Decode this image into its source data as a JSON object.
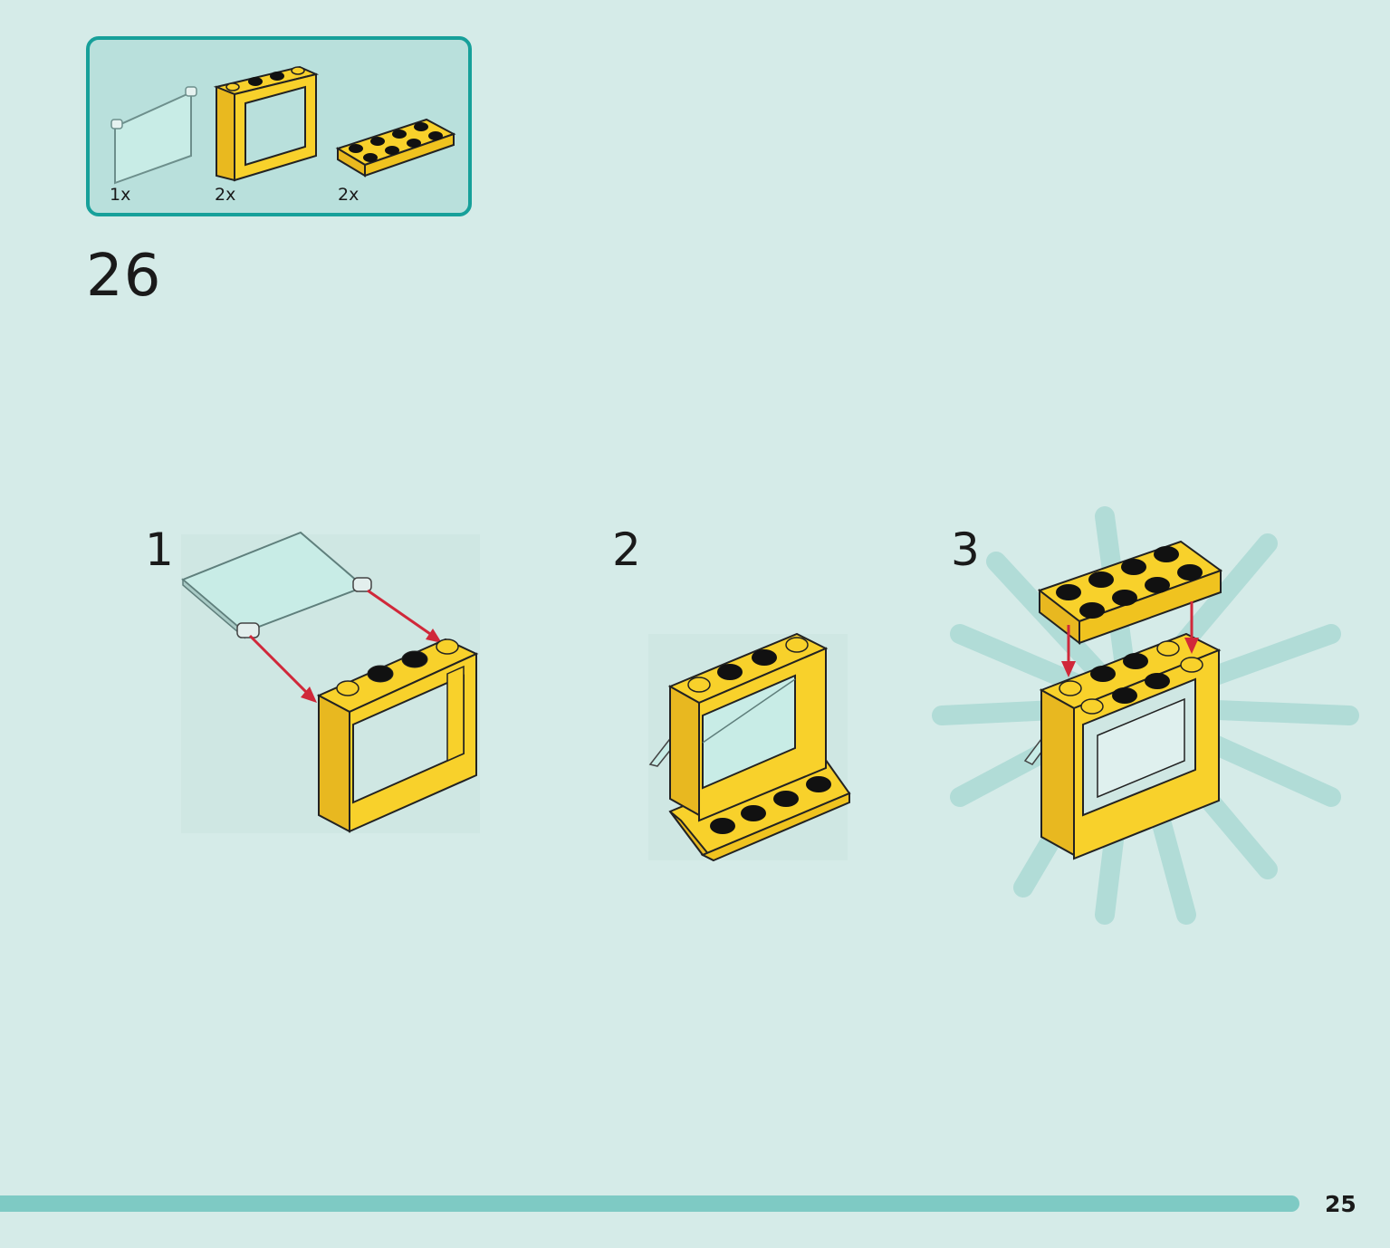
{
  "parts_list": {
    "items": [
      {
        "name": "transparent-window-glass",
        "quantity": "1x"
      },
      {
        "name": "yellow-window-frame",
        "quantity": "2x"
      },
      {
        "name": "yellow-plate-2x4",
        "quantity": "2x"
      }
    ]
  },
  "step": {
    "number": "26",
    "substeps": [
      {
        "number": "1"
      },
      {
        "number": "2"
      },
      {
        "number": "3"
      }
    ]
  },
  "footer": {
    "page_number": "25"
  },
  "colors": {
    "background": "#d5ebe8",
    "accent": "#17a09a",
    "brick_yellow": "#f8d12b",
    "arrow_red": "#d0283a",
    "glass": "#c8ece6"
  }
}
